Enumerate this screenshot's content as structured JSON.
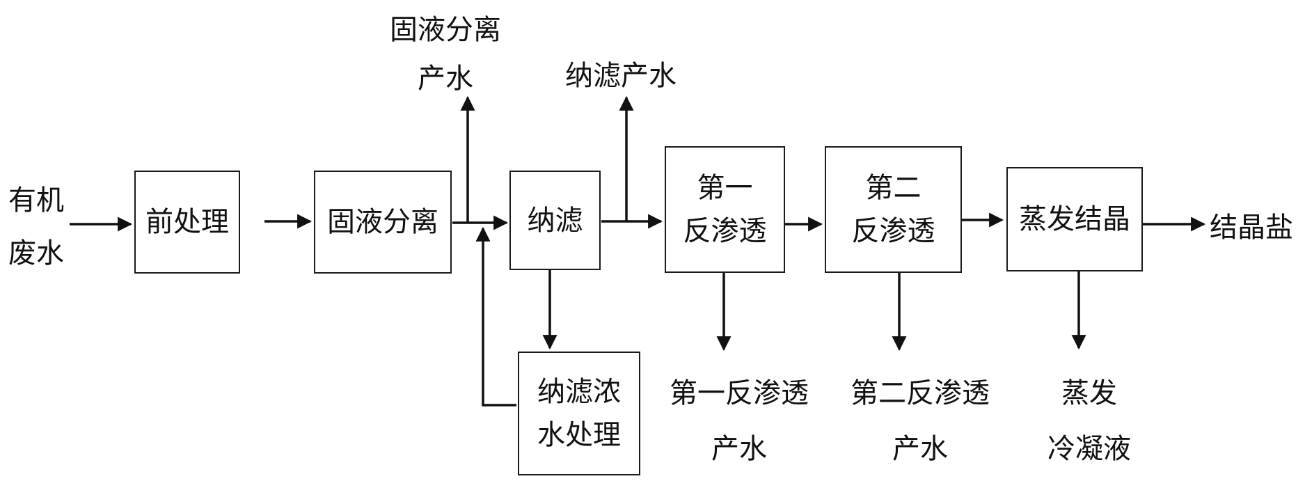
{
  "input": {
    "line1": "有机",
    "line2": "废水"
  },
  "boxes": {
    "pretreatment": "前处理",
    "solid_liquid": "固液分离",
    "nanofiltration": "纳滤",
    "ro1": "第一\n反渗透",
    "ro2": "第二\n反渗透",
    "evap": "蒸发结晶",
    "nf_concentrate": "纳滤浓\n水处理"
  },
  "outputs": {
    "solid_liquid_water": {
      "line1": "固液分离",
      "line2": "产水"
    },
    "nf_water": "纳滤产水",
    "ro1_water": {
      "line1": "第一反渗透",
      "line2": "产水"
    },
    "ro2_water": {
      "line1": "第二反渗透",
      "line2": "产水"
    },
    "evap_condensate": {
      "line1": "蒸发",
      "line2": "冷凝液"
    },
    "salt": "结晶盐"
  }
}
